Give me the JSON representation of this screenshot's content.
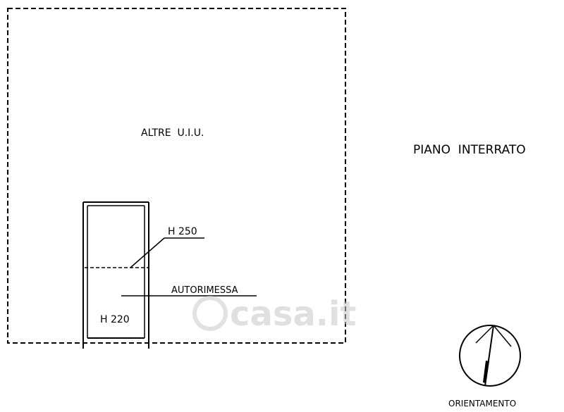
{
  "labels": {
    "other_units": "ALTRE  U.I.U.",
    "floor": "PIANO  INTERRATO",
    "height_upper": "H 250",
    "garage": "AUTORIMESSA",
    "height_lower": "H 220",
    "orientation": "ORIENTAMENTO"
  },
  "watermark": {
    "text": "casa.it"
  },
  "colors": {
    "ink": "#000000",
    "watermark": "#c8c8c8",
    "background": "#ffffff"
  }
}
